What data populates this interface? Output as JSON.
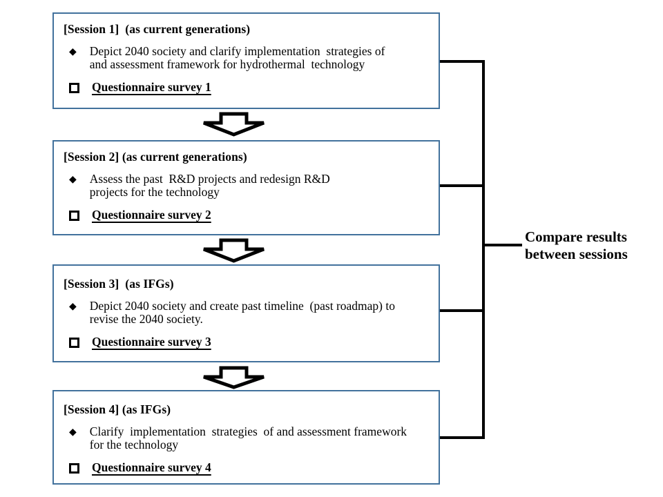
{
  "diagram": {
    "sessions": [
      {
        "title": "[Session 1]  (as current generations)",
        "objective": "Depict 2040 society and clarify implementation  strategies of\nand assessment framework for hydrothermal  technology",
        "survey": "Questionnaire survey 1"
      },
      {
        "title": "[Session 2] (as current generations)",
        "objective": "Assess the past  R&D projects and redesign R&D\nprojects for the technology",
        "survey": "Questionnaire survey 2"
      },
      {
        "title": "[Session 3]  (as IFGs)",
        "objective": "Depict 2040 society and create past timeline  (past roadmap) to\nrevise the 2040 society.",
        "survey": "Questionnaire survey 3"
      },
      {
        "title": "[Session 4] (as IFGs)",
        "objective": "Clarify  implementation  strategies  of and assessment framework\nfor the technology",
        "survey": "Questionnaire survey 4"
      }
    ],
    "bullets": {
      "objective_marker": "◆"
    },
    "comparison_label": "Compare results\nbetween sessions",
    "colors": {
      "box_border": "#41719C",
      "connector": "#000000",
      "text": "#000000",
      "background": "#FFFFFF"
    }
  }
}
